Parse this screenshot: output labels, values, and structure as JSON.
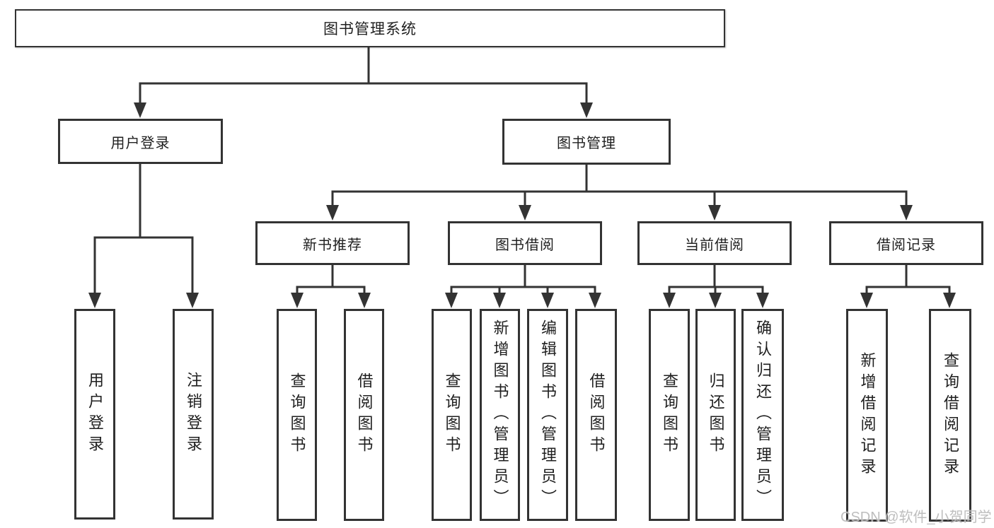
{
  "diagram": {
    "root": {
      "label": "图书管理系统"
    },
    "user_login": {
      "label": "用户登录",
      "children": [
        {
          "label": "用户登录"
        },
        {
          "label": "注销登录"
        }
      ]
    },
    "book_mgmt": {
      "label": "图书管理",
      "sections": [
        {
          "label": "新书推荐",
          "children": [
            {
              "label": "查询图书"
            },
            {
              "label": "借阅图书"
            }
          ]
        },
        {
          "label": "图书借阅",
          "children": [
            {
              "label": "查询图书"
            },
            {
              "label": "新增图书（管理员）"
            },
            {
              "label": "编辑图书（管理员）"
            },
            {
              "label": "借阅图书"
            }
          ]
        },
        {
          "label": "当前借阅",
          "children": [
            {
              "label": "查询图书"
            },
            {
              "label": "归还图书"
            },
            {
              "label": "确认归还（管理员）"
            }
          ]
        },
        {
          "label": "借阅记录",
          "children": [
            {
              "label": "新增借阅记录"
            },
            {
              "label": "查询借阅记录"
            }
          ]
        }
      ]
    },
    "colors": {
      "line": "#333333",
      "text": "#1f1f1f",
      "background": "#ffffff",
      "watermark": "#bbbbbb"
    }
  },
  "watermark": {
    "text": "CSDN @软件_小贺同学"
  }
}
